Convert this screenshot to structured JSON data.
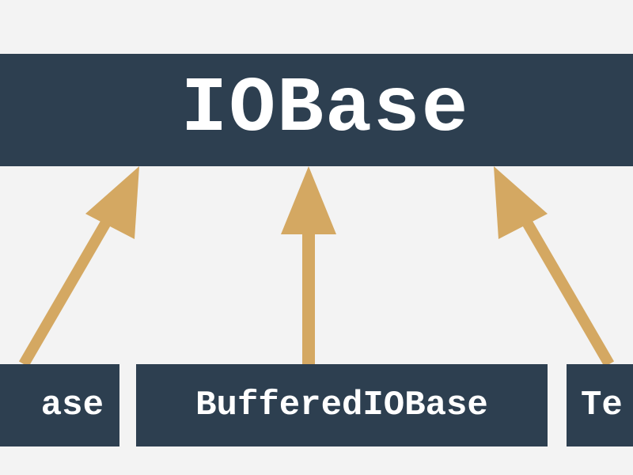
{
  "diagram": {
    "root": {
      "label": "IOBase"
    },
    "children": [
      {
        "label": "ase"
      },
      {
        "label": "BufferedIOBase"
      },
      {
        "label": "Te"
      }
    ]
  },
  "colors": {
    "background": "#f3f3f3",
    "box_fill": "#2d3f50",
    "box_text": "#ffffff",
    "arrow": "#d4a862"
  }
}
